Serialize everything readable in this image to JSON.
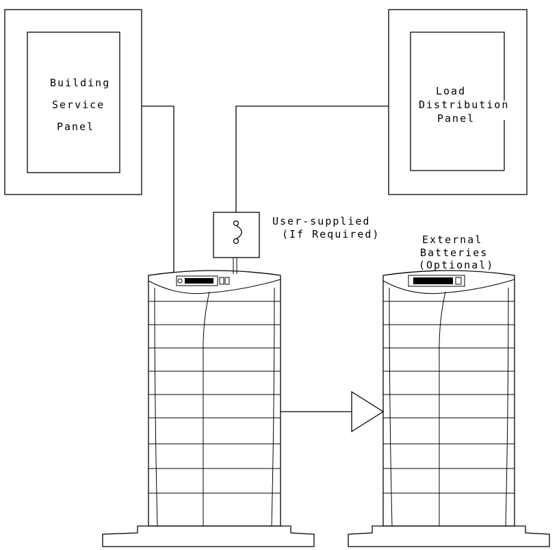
{
  "labels": {
    "building_service_panel": [
      "Building",
      "Service",
      "Panel"
    ],
    "load_distribution_panel": [
      "Load",
      "Distribution",
      "Panel"
    ],
    "user_supplied": [
      "User-supplied",
      "(If Required)"
    ],
    "external_batteries": [
      "External",
      "Batteries",
      "(Optional)"
    ]
  },
  "colors": {
    "line": "#000000",
    "background": "#ffffff"
  }
}
